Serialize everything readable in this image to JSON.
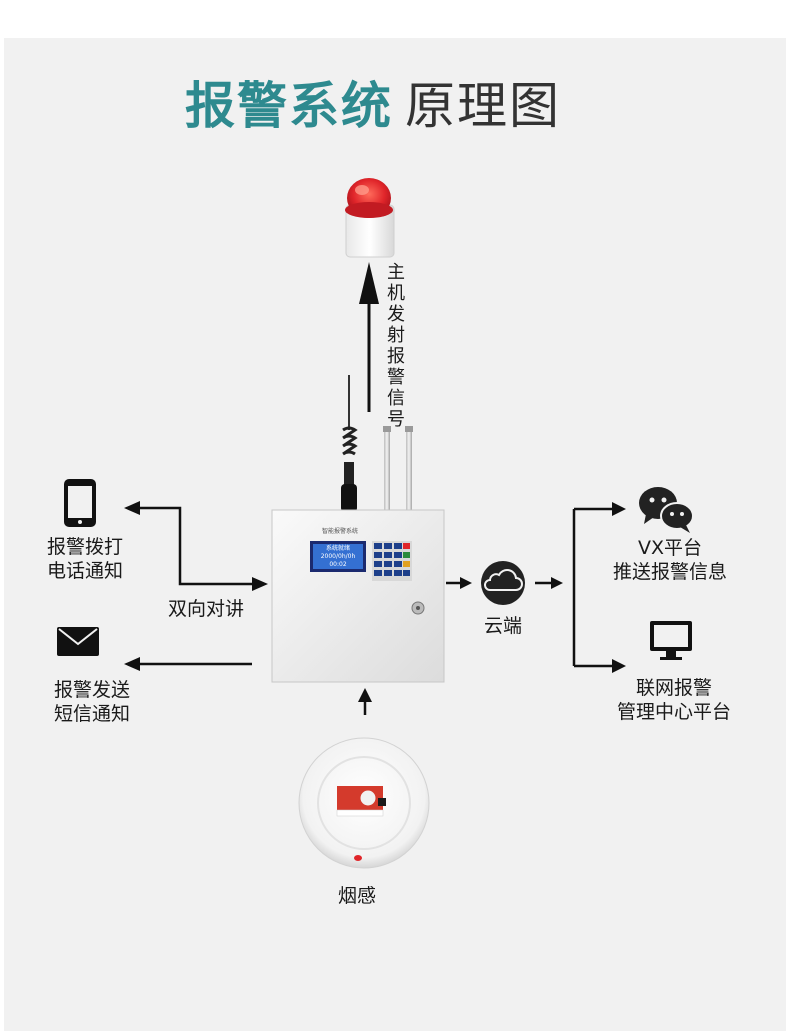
{
  "title": {
    "part1": "报警系统",
    "part2": "原理图"
  },
  "labels": {
    "host_signal": "主机发射报警信号",
    "phone_line1": "报警拨打",
    "phone_line2": "电话通知",
    "sms_line1": "报警发送",
    "sms_line2": "短信通知",
    "intercom": "双向对讲",
    "cloud": "云端",
    "wechat_line1": "VX平台",
    "wechat_line2": "推送报警信息",
    "platform_line1": "联网报警",
    "platform_line2": "管理中心平台",
    "smoke": "烟感"
  },
  "device": {
    "panel_title": "智能报警系统",
    "screen_line1": "系统就绪",
    "screen_line2": "2000/0h/0h",
    "screen_line3": "00:02"
  },
  "colors": {
    "title_accent": "#2e8a8f",
    "alarm_red": "#e0252a",
    "arrow": "#111111"
  },
  "icons": [
    "strobe-alarm-icon",
    "phone-icon",
    "envelope-icon",
    "cloud-icon",
    "wechat-icon",
    "monitor-icon",
    "smoke-detector-icon"
  ]
}
